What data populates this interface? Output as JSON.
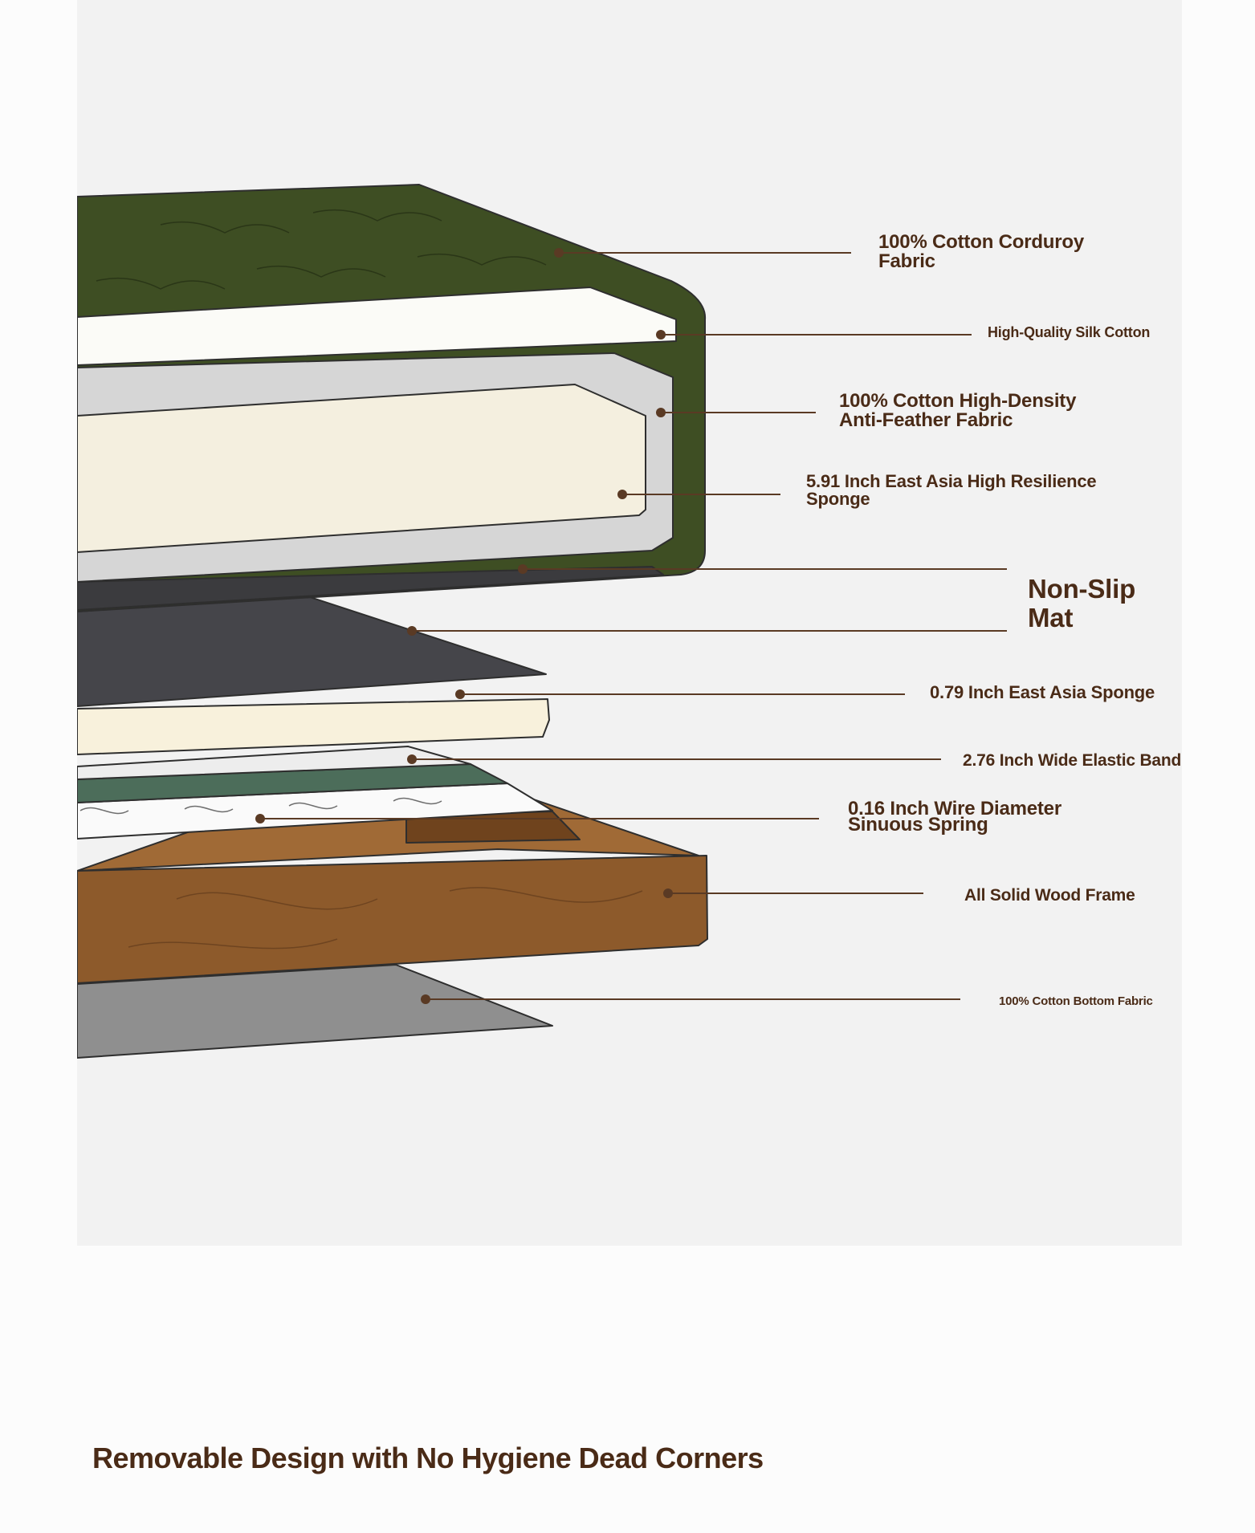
{
  "colors": {
    "label_text": "#4a2b17",
    "leader_line": "#5a3a24",
    "panel_bg": "#f2f2f2",
    "page_bg": "#fcfcfc",
    "corduroy_green": "#3e4e23",
    "silk_cotton": "#fbfbf7",
    "anti_feather_fabric": "#d6d6d6",
    "sponge": "#f4efdf",
    "non_slip_mat": "#45454a",
    "thin_sponge": "#f8f1dc",
    "elastic_band": "#4c6d5a",
    "spring_layer": "#fafafa",
    "wood_frame": "#8d5a2b",
    "bottom_fabric": "#8f8f8f"
  },
  "layers": [
    {
      "id": "corduroy",
      "lines": [
        "100% Cotton Corduroy",
        "Fabric"
      ]
    },
    {
      "id": "silk",
      "lines": [
        "High-Quality Silk Cotton"
      ]
    },
    {
      "id": "anti_feather",
      "lines": [
        "100% Cotton High-Density",
        "Anti-Feather Fabric"
      ]
    },
    {
      "id": "hr_sponge",
      "lines": [
        "5.91 Inch East Asia High Resilience",
        "Sponge"
      ]
    },
    {
      "id": "non_slip",
      "lines": [
        "Non-Slip",
        "Mat"
      ]
    },
    {
      "id": "thin_sponge",
      "lines": [
        "0.79 Inch East Asia Sponge"
      ]
    },
    {
      "id": "elastic",
      "lines": [
        "2.76 Inch Wide Elastic Band"
      ]
    },
    {
      "id": "spring",
      "lines": [
        "0.16 Inch Wire Diameter",
        "Sinuous Spring"
      ]
    },
    {
      "id": "wood",
      "lines": [
        "All Solid Wood Frame"
      ]
    },
    {
      "id": "bottom",
      "lines": [
        "100% Cotton Bottom Fabric"
      ]
    }
  ],
  "section_heading": "Removable Design with No Hygiene Dead Corners"
}
